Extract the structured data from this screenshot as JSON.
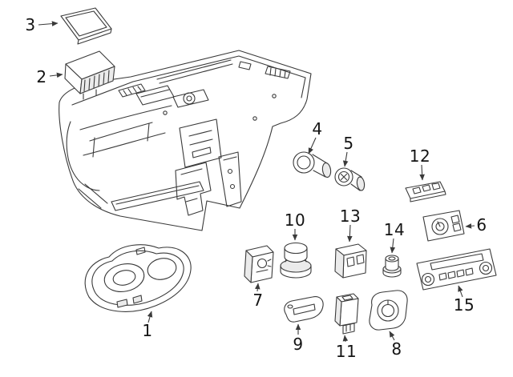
{
  "figure": {
    "background": "#ffffff",
    "line_color": "#3a3a3a",
    "callouts": [
      "1",
      "2",
      "3",
      "4",
      "5",
      "6",
      "7",
      "8",
      "9",
      "10",
      "11",
      "12",
      "13",
      "14",
      "15"
    ]
  }
}
